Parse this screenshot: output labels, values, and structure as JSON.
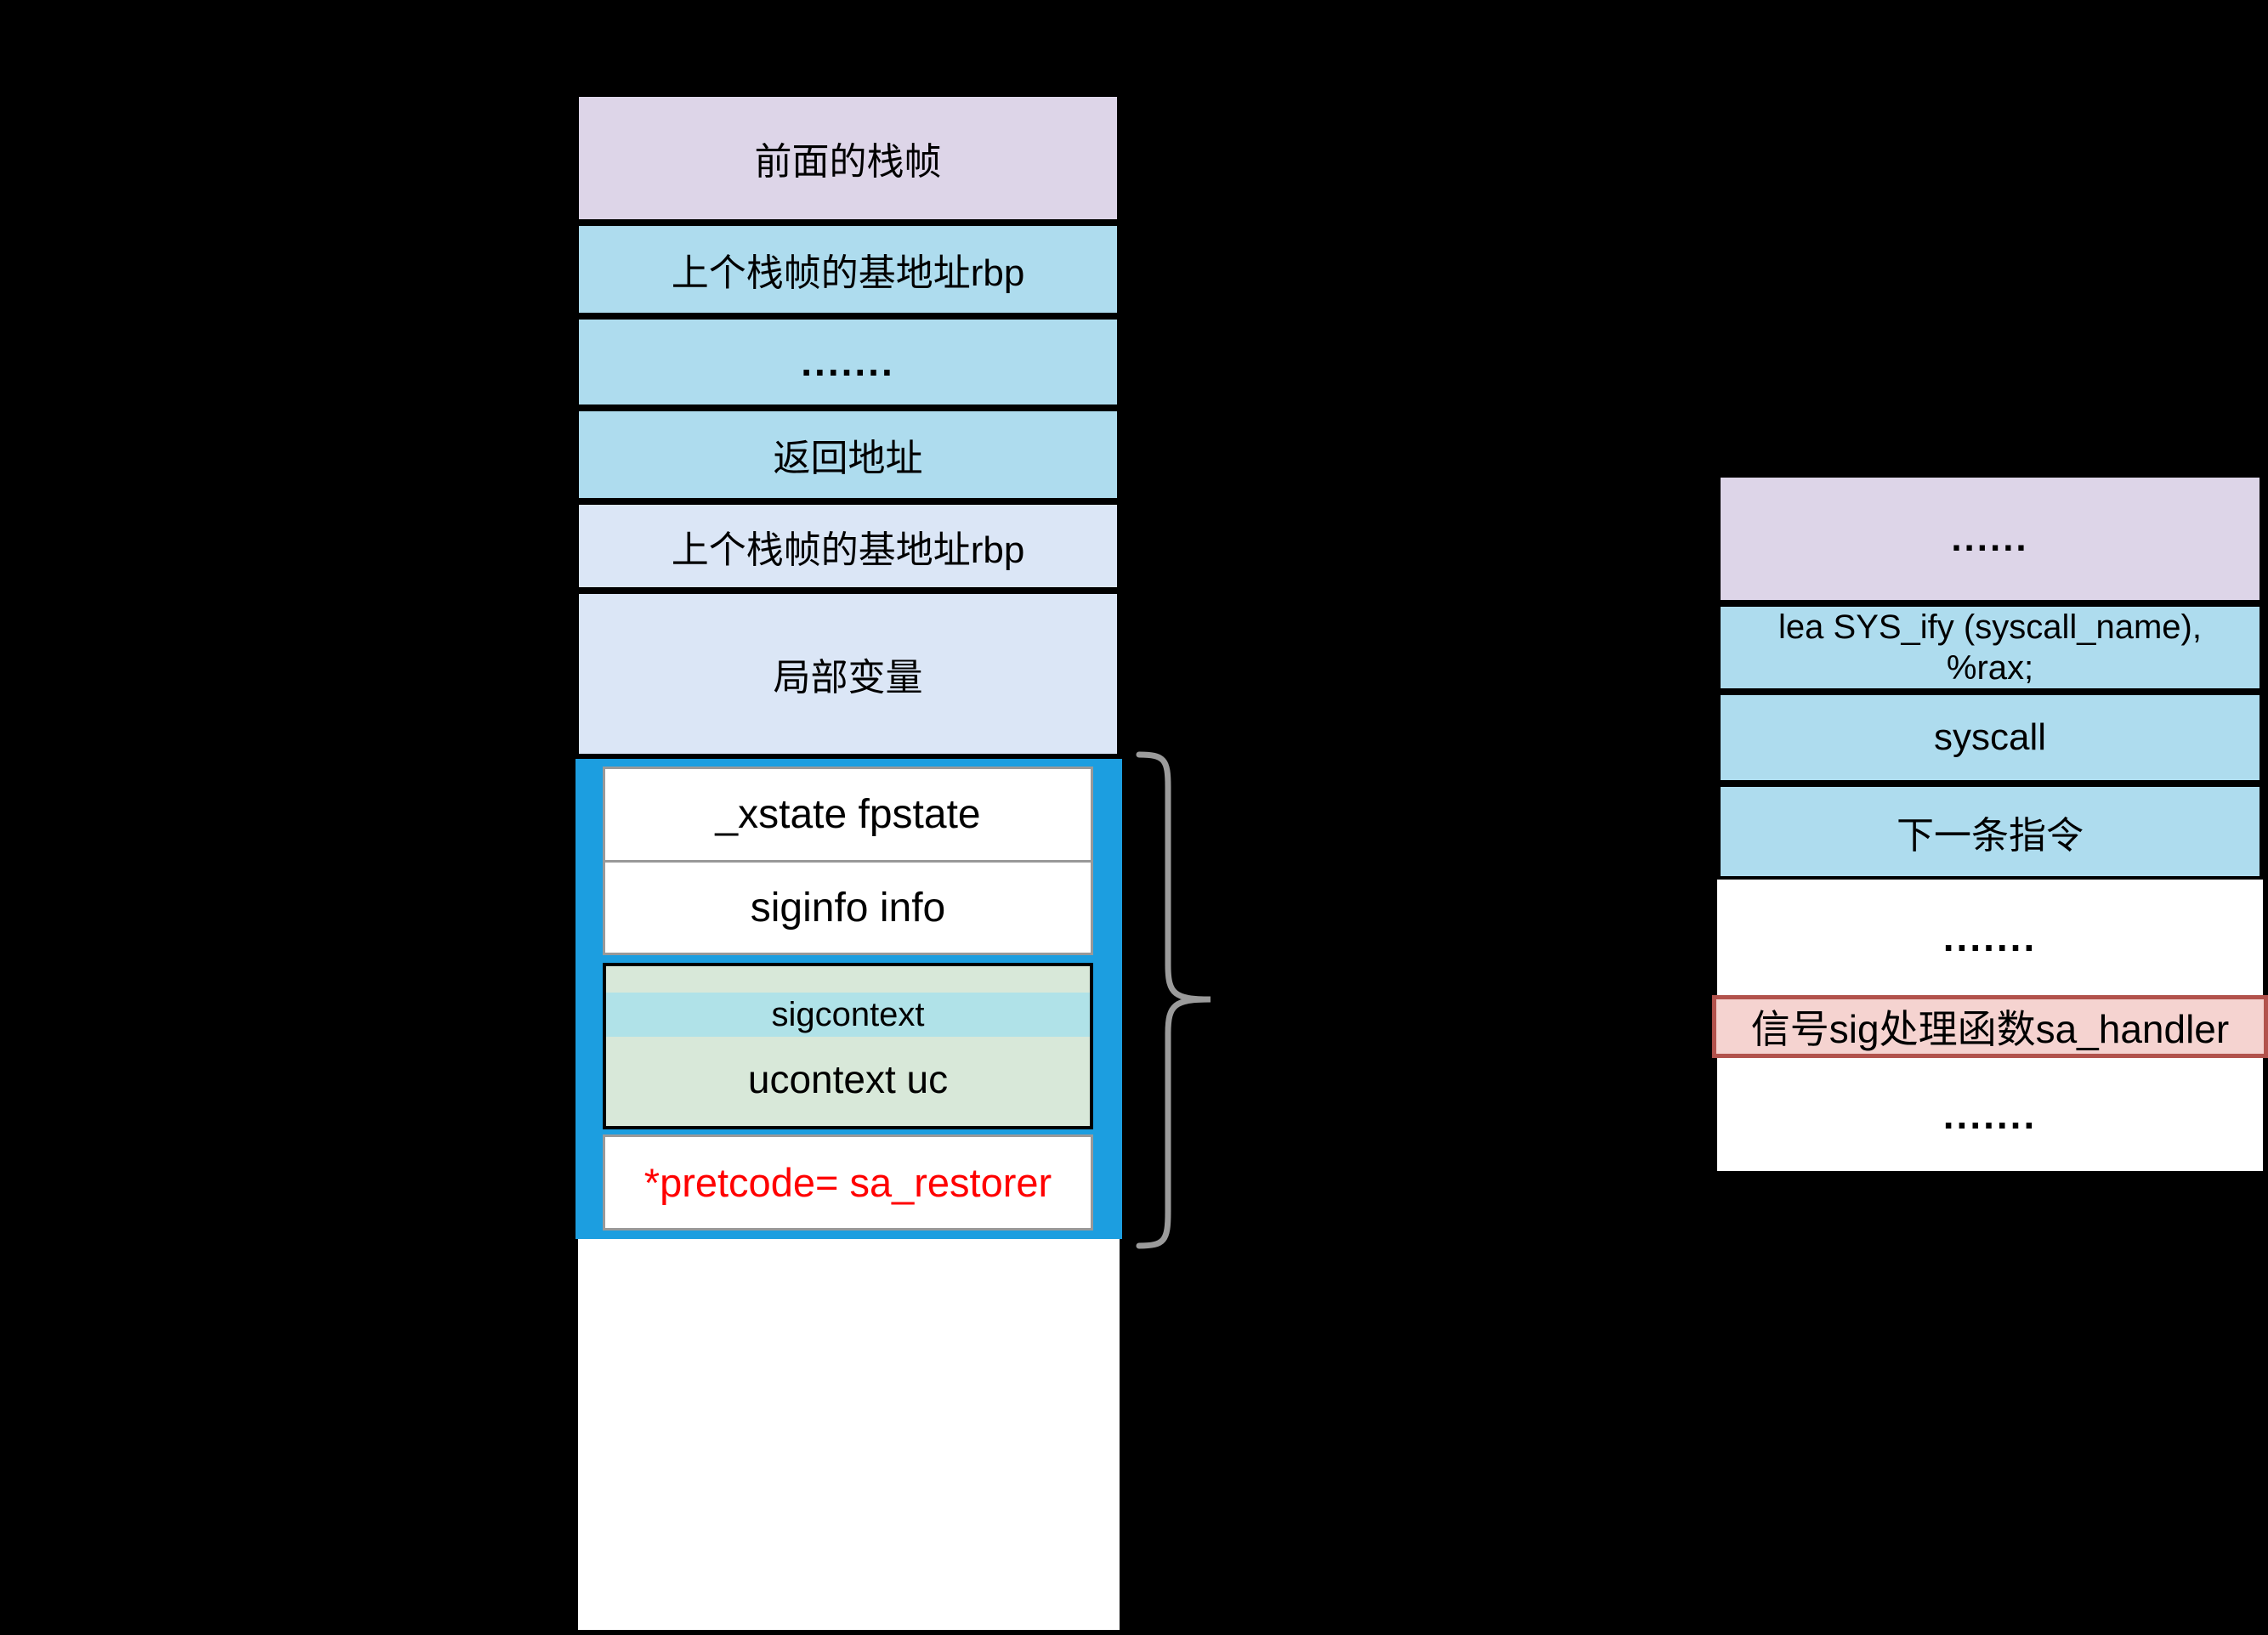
{
  "diagram": {
    "background": "#000000",
    "colors": {
      "purple": "#ddd5e8",
      "sky_blue": "#aedcee",
      "pale_blue": "#dbe6f6",
      "signal_frame_blue": "#1c9ee0",
      "green": "#d8e8d9",
      "teal": "#b0e2e8",
      "white": "#ffffff",
      "inner_border_gray": "#999999",
      "pink_fill": "#f5d3d0",
      "pink_border": "#b2524c",
      "red_text": "#ff0000",
      "brace_gray": "#9b9b9b"
    }
  },
  "left_stack": {
    "prev_frame": "前面的栈帧",
    "prev_rbp1": "上个栈帧的基地址rbp",
    "dots": ".......",
    "return_addr": "返回地址",
    "prev_rbp2": "上个栈帧的基地址rbp",
    "local_vars": "局部变量",
    "signal_frame": {
      "xstate": "_xstate fpstate",
      "siginfo": "siginfo info",
      "sigcontext": "sigcontext",
      "ucontext": "ucontext uc",
      "pretcode": "*pretcode= sa_restorer"
    }
  },
  "right_stack": {
    "dots_top": "......",
    "lea": "lea SYS_ify (syscall_name),\n%rax;",
    "syscall": "syscall",
    "next_instruction": "下一条指令",
    "dots_mid": ".......",
    "signal_handler": "信号sig处理函数sa_handler",
    "dots_bottom": "......."
  }
}
